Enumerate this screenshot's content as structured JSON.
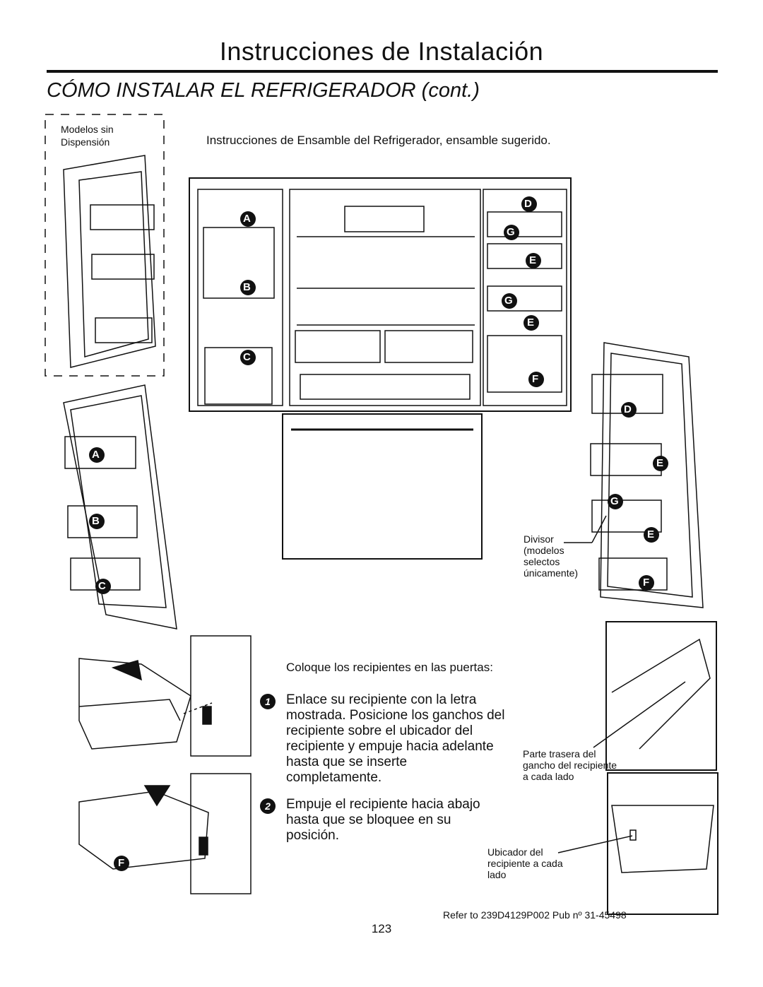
{
  "header": {
    "title": "Instrucciones de Instalación",
    "subtitle": "CÓMO INSTALAR EL REFRIGERADOR (cont.)"
  },
  "note_box": {
    "line1": "Modelos sin",
    "line2": "Dispensión"
  },
  "intro": "Instrucciones de Ensamble del Refrigerador, ensamble sugerido.",
  "fridge_labels": {
    "left_door": [
      "A",
      "B",
      "C"
    ],
    "right_door": [
      "D",
      "G",
      "E",
      "G",
      "E",
      "F"
    ],
    "right_side_door": [
      "D",
      "E",
      "G",
      "E",
      "F"
    ],
    "left_side_door": [
      "A",
      "B",
      "C"
    ],
    "bin_step": "F"
  },
  "divisor_label": [
    "Divisor",
    "(modelos",
    "selectos",
    "únicamente)"
  ],
  "steps": {
    "heading": "Coloque los recipientes en las puertas:",
    "step1_num": "1",
    "step1": "Enlace su recipiente con la letra mostrada. Posicione los ganchos del recipiente sobre el ubicador del recipiente y empuje hacia adelante hasta que se inserte completamente.",
    "step2_num": "2",
    "step2": "Empuje el recipiente hacia abajo hasta que se bloquee en su posición."
  },
  "callouts": {
    "hook": [
      "Parte trasera del",
      "gancho del recipiente",
      "a cada lado"
    ],
    "locator": [
      "Ubicador del",
      "recipiente a cada",
      "lado"
    ]
  },
  "footer": {
    "refer": "Refer to 239D4129P002  Pub nº  31-45498",
    "page": "123"
  }
}
